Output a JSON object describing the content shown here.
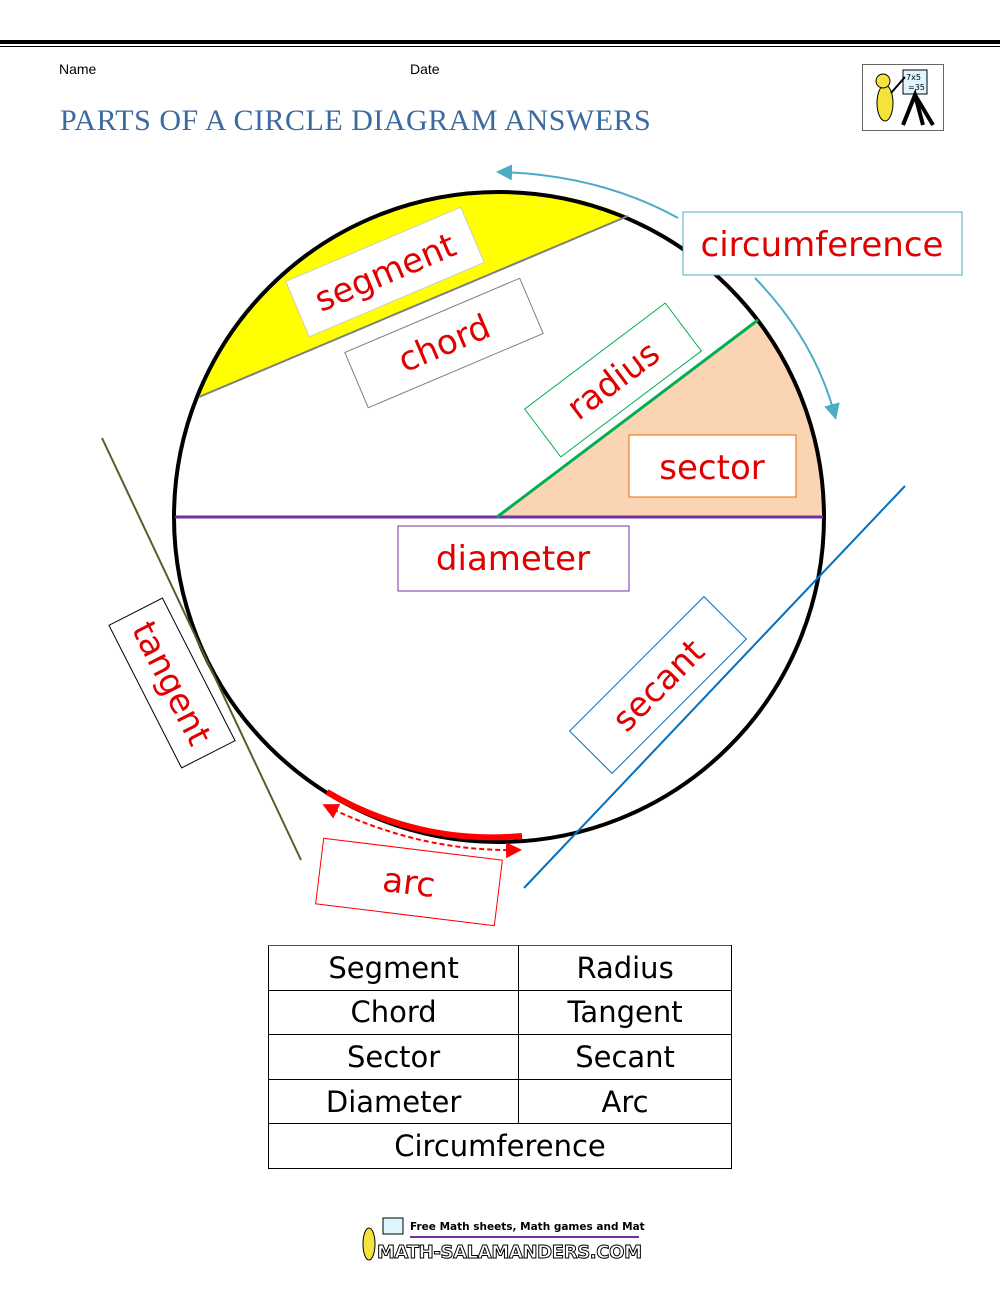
{
  "header": {
    "name_label": "Name",
    "date_label": "Date",
    "title": "PARTS OF A CIRCLE DIAGRAM ANSWERS",
    "logo_text": "7x5 =35"
  },
  "labels": {
    "segment": "segment",
    "chord": "chord",
    "radius": "radius",
    "sector": "sector",
    "circumference": "circumference",
    "diameter": "diameter",
    "tangent": "tangent",
    "secant": "secant",
    "arc": "arc"
  },
  "colors": {
    "segment_fill": "#ffff00",
    "sector_fill": "#fbd4b4",
    "radius": "#00b050",
    "diameter": "#7030a0",
    "tangent": "#4f6228",
    "secant": "#0070c0",
    "arc": "#ff0000",
    "circumference_arrow": "#4bacc6",
    "label_text": "#e00000"
  },
  "answer_table": {
    "rows": [
      [
        "Segment",
        "Radius"
      ],
      [
        "Chord",
        "Tangent"
      ],
      [
        "Sector",
        "Secant"
      ],
      [
        "Diameter",
        "Arc"
      ],
      [
        "Circumference"
      ]
    ]
  },
  "footer": {
    "tagline": "Free Math sheets, Math games and Math help",
    "site": "MATH-SALAMANDERS.COM"
  }
}
